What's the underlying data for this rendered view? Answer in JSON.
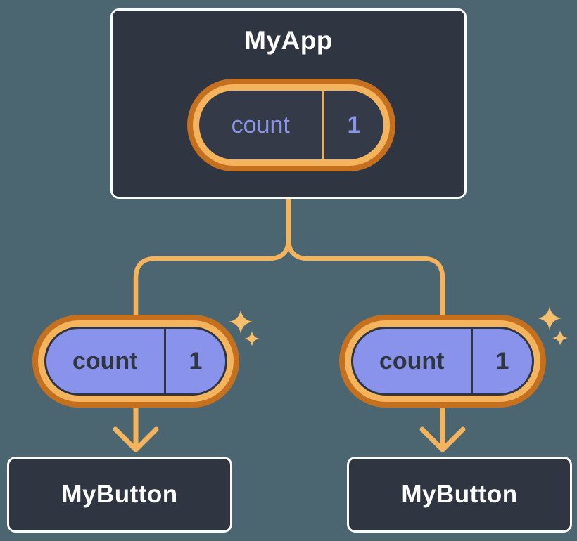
{
  "canvas": {
    "background": "#4B6670"
  },
  "palette": {
    "node_fill": "#2F3541",
    "node_border": "#FFFFFF",
    "node_text": "#FFFFFF",
    "connector_orange": "#F4B45D",
    "ring_outer_orange": "#C4701E",
    "ring_inner_orange": "#F4B45D",
    "state_pill_interior": "#343A47",
    "state_text_periwinkle": "#8A94E8",
    "prop_pill_purple": "#8993EC",
    "prop_text_dark": "#2F3541",
    "sparkle_orange": "#F6BF6C"
  },
  "tree": {
    "root": {
      "title": "MyApp",
      "state": {
        "label": "count",
        "value": "1"
      }
    },
    "children": [
      {
        "title": "MyButton",
        "prop": {
          "label": "count",
          "value": "1"
        }
      },
      {
        "title": "MyButton",
        "prop": {
          "label": "count",
          "value": "1"
        }
      }
    ]
  }
}
